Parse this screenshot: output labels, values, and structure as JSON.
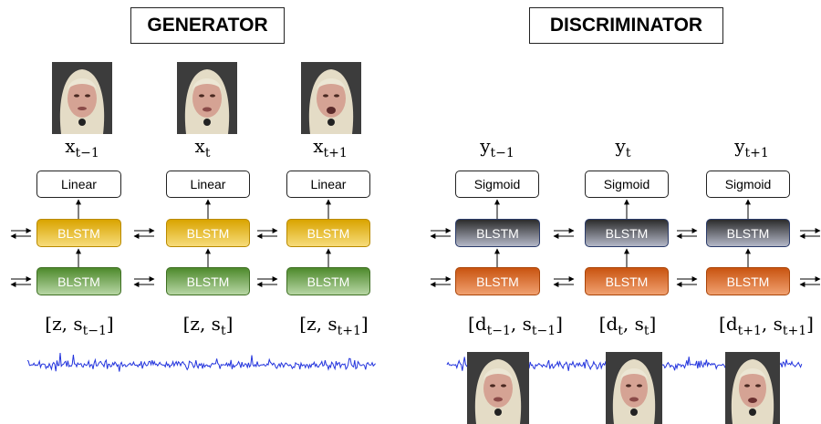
{
  "generator": {
    "title": "GENERATOR",
    "output_label": "Linear",
    "top_label": "BLSTM",
    "bottom_label": "BLSTM",
    "outputs": [
      {
        "base": "x",
        "sub": "t−1"
      },
      {
        "base": "x",
        "sub": "t"
      },
      {
        "base": "x",
        "sub": "t+1"
      }
    ],
    "inputs": [
      {
        "pre": "[z, s",
        "sub": "t−1",
        "post": "]"
      },
      {
        "pre": "[z, s",
        "sub": "t",
        "post": "]"
      },
      {
        "pre": "[z, s",
        "sub": "t+1",
        "post": "]"
      }
    ]
  },
  "discriminator": {
    "title": "DISCRIMINATOR",
    "output_label": "Sigmoid",
    "top_label": "BLSTM",
    "bottom_label": "BLSTM",
    "outputs": [
      {
        "base": "y",
        "sub": "t−1"
      },
      {
        "base": "y",
        "sub": "t"
      },
      {
        "base": "y",
        "sub": "t+1"
      }
    ],
    "inputs": [
      {
        "pre": "[d",
        "sub": "t−1",
        "mid": ", s",
        "sub2": "t−1",
        "post": "]"
      },
      {
        "pre": "[d",
        "sub": "t",
        "mid": ", s",
        "sub2": "t",
        "post": "]"
      },
      {
        "pre": "[d",
        "sub": "t+1",
        "mid": ", s",
        "sub2": "t+1",
        "post": "]"
      }
    ]
  },
  "colors": {
    "generator_top": "#e8b800",
    "generator_bottom": "#6ea34a",
    "discriminator_top": "#3a3a3a",
    "discriminator_bottom": "#e06a1e",
    "waveform": "#2233dd"
  }
}
